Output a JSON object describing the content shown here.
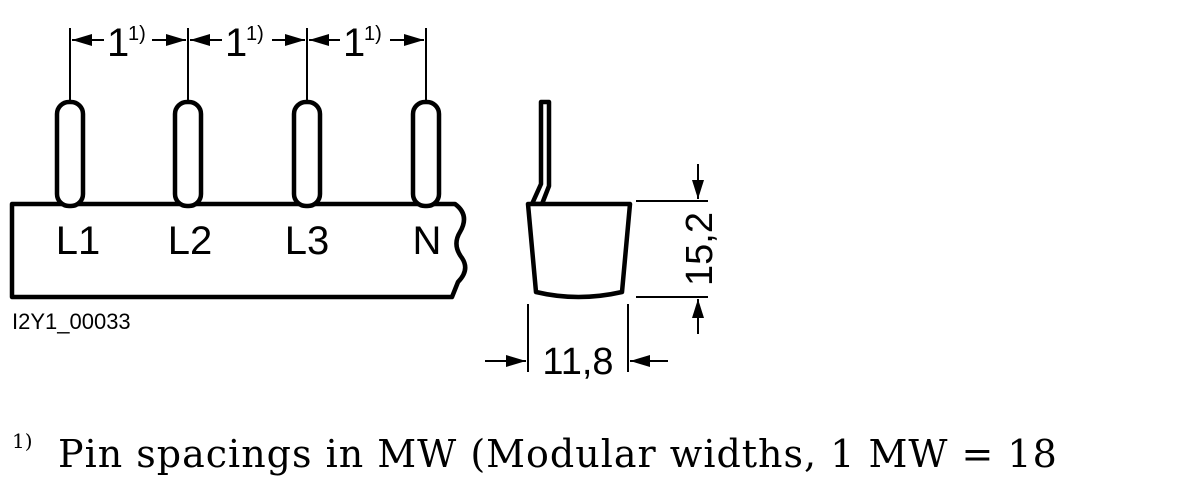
{
  "diagram": {
    "spacings": [
      {
        "value": "1",
        "note": "1)"
      },
      {
        "value": "1",
        "note": "1)"
      },
      {
        "value": "1",
        "note": "1)"
      }
    ],
    "pins": [
      "L1",
      "L2",
      "L3",
      "N"
    ],
    "drawing_code": "I2Y1_00033",
    "side_view": {
      "height": "15,2",
      "width": "11,8"
    }
  },
  "footnote": {
    "marker": "1)",
    "text": "Pin spacings in MW (Modular widths, 1 MW = 18"
  }
}
